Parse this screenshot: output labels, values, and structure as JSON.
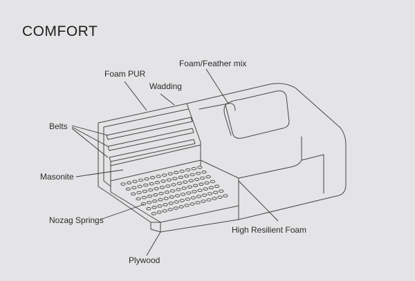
{
  "title": "COMFORT",
  "labels": {
    "foam_pur": "Foam PUR",
    "foam_feather": "Foam/Feather mix",
    "wadding": "Wadding",
    "belts": "Belts",
    "masonite": "Masonite",
    "nozag": "Nozag Springs",
    "high_resilient": "High Resilient Foam",
    "plywood": "Plywood"
  },
  "colors": {
    "background": "#e4e4e6",
    "line": "#3a3a3a",
    "text": "#2a2a2a"
  }
}
